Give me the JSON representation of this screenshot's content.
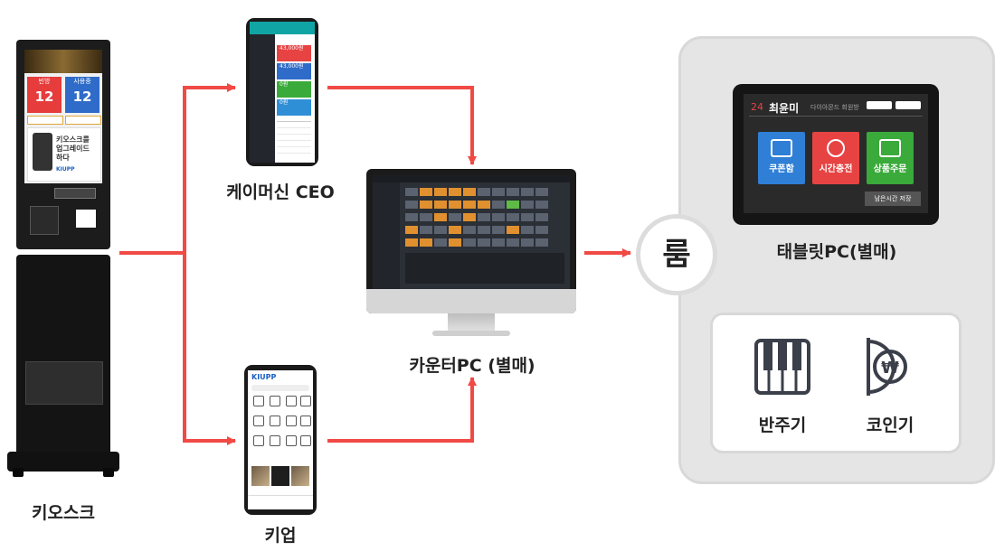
{
  "labels": {
    "kiosk": "키오스크",
    "ceo": "케이머신 CEO",
    "kiupp": "키업",
    "counter": "카운터PC (별매)",
    "tablet": "태블릿PC(별매)",
    "room": "룸",
    "accompaniment": "반주기",
    "coin": "코인기"
  },
  "kiosk_screen": {
    "tile_left_title": "빈방",
    "tile_left_count": "12",
    "tile_right_title": "사용중",
    "tile_right_count": "12",
    "ad_text": "키오스크를 업그레이드 하다",
    "ad_brand": "KIUPP"
  },
  "ceo_screen": {
    "cards": [
      "43,000원",
      "43,000원",
      "0원",
      "0원"
    ]
  },
  "kiupp_screen": {
    "brand": "KIUPP"
  },
  "tablet_screen": {
    "room_no": "24",
    "name": "최윤미",
    "notice": "다이아몬드 회원방",
    "buttons": [
      "쿠폰함",
      "시간충전",
      "상품주문"
    ],
    "remain": "남은시간 저장"
  },
  "colors": {
    "arrow": "#f04a45",
    "room_panel": "#e5e5e5",
    "coupon": "#2f7fd6",
    "time_charge": "#e84343",
    "order": "#3aaa3a"
  },
  "icons": [
    "piano-icon",
    "coin-icon"
  ]
}
